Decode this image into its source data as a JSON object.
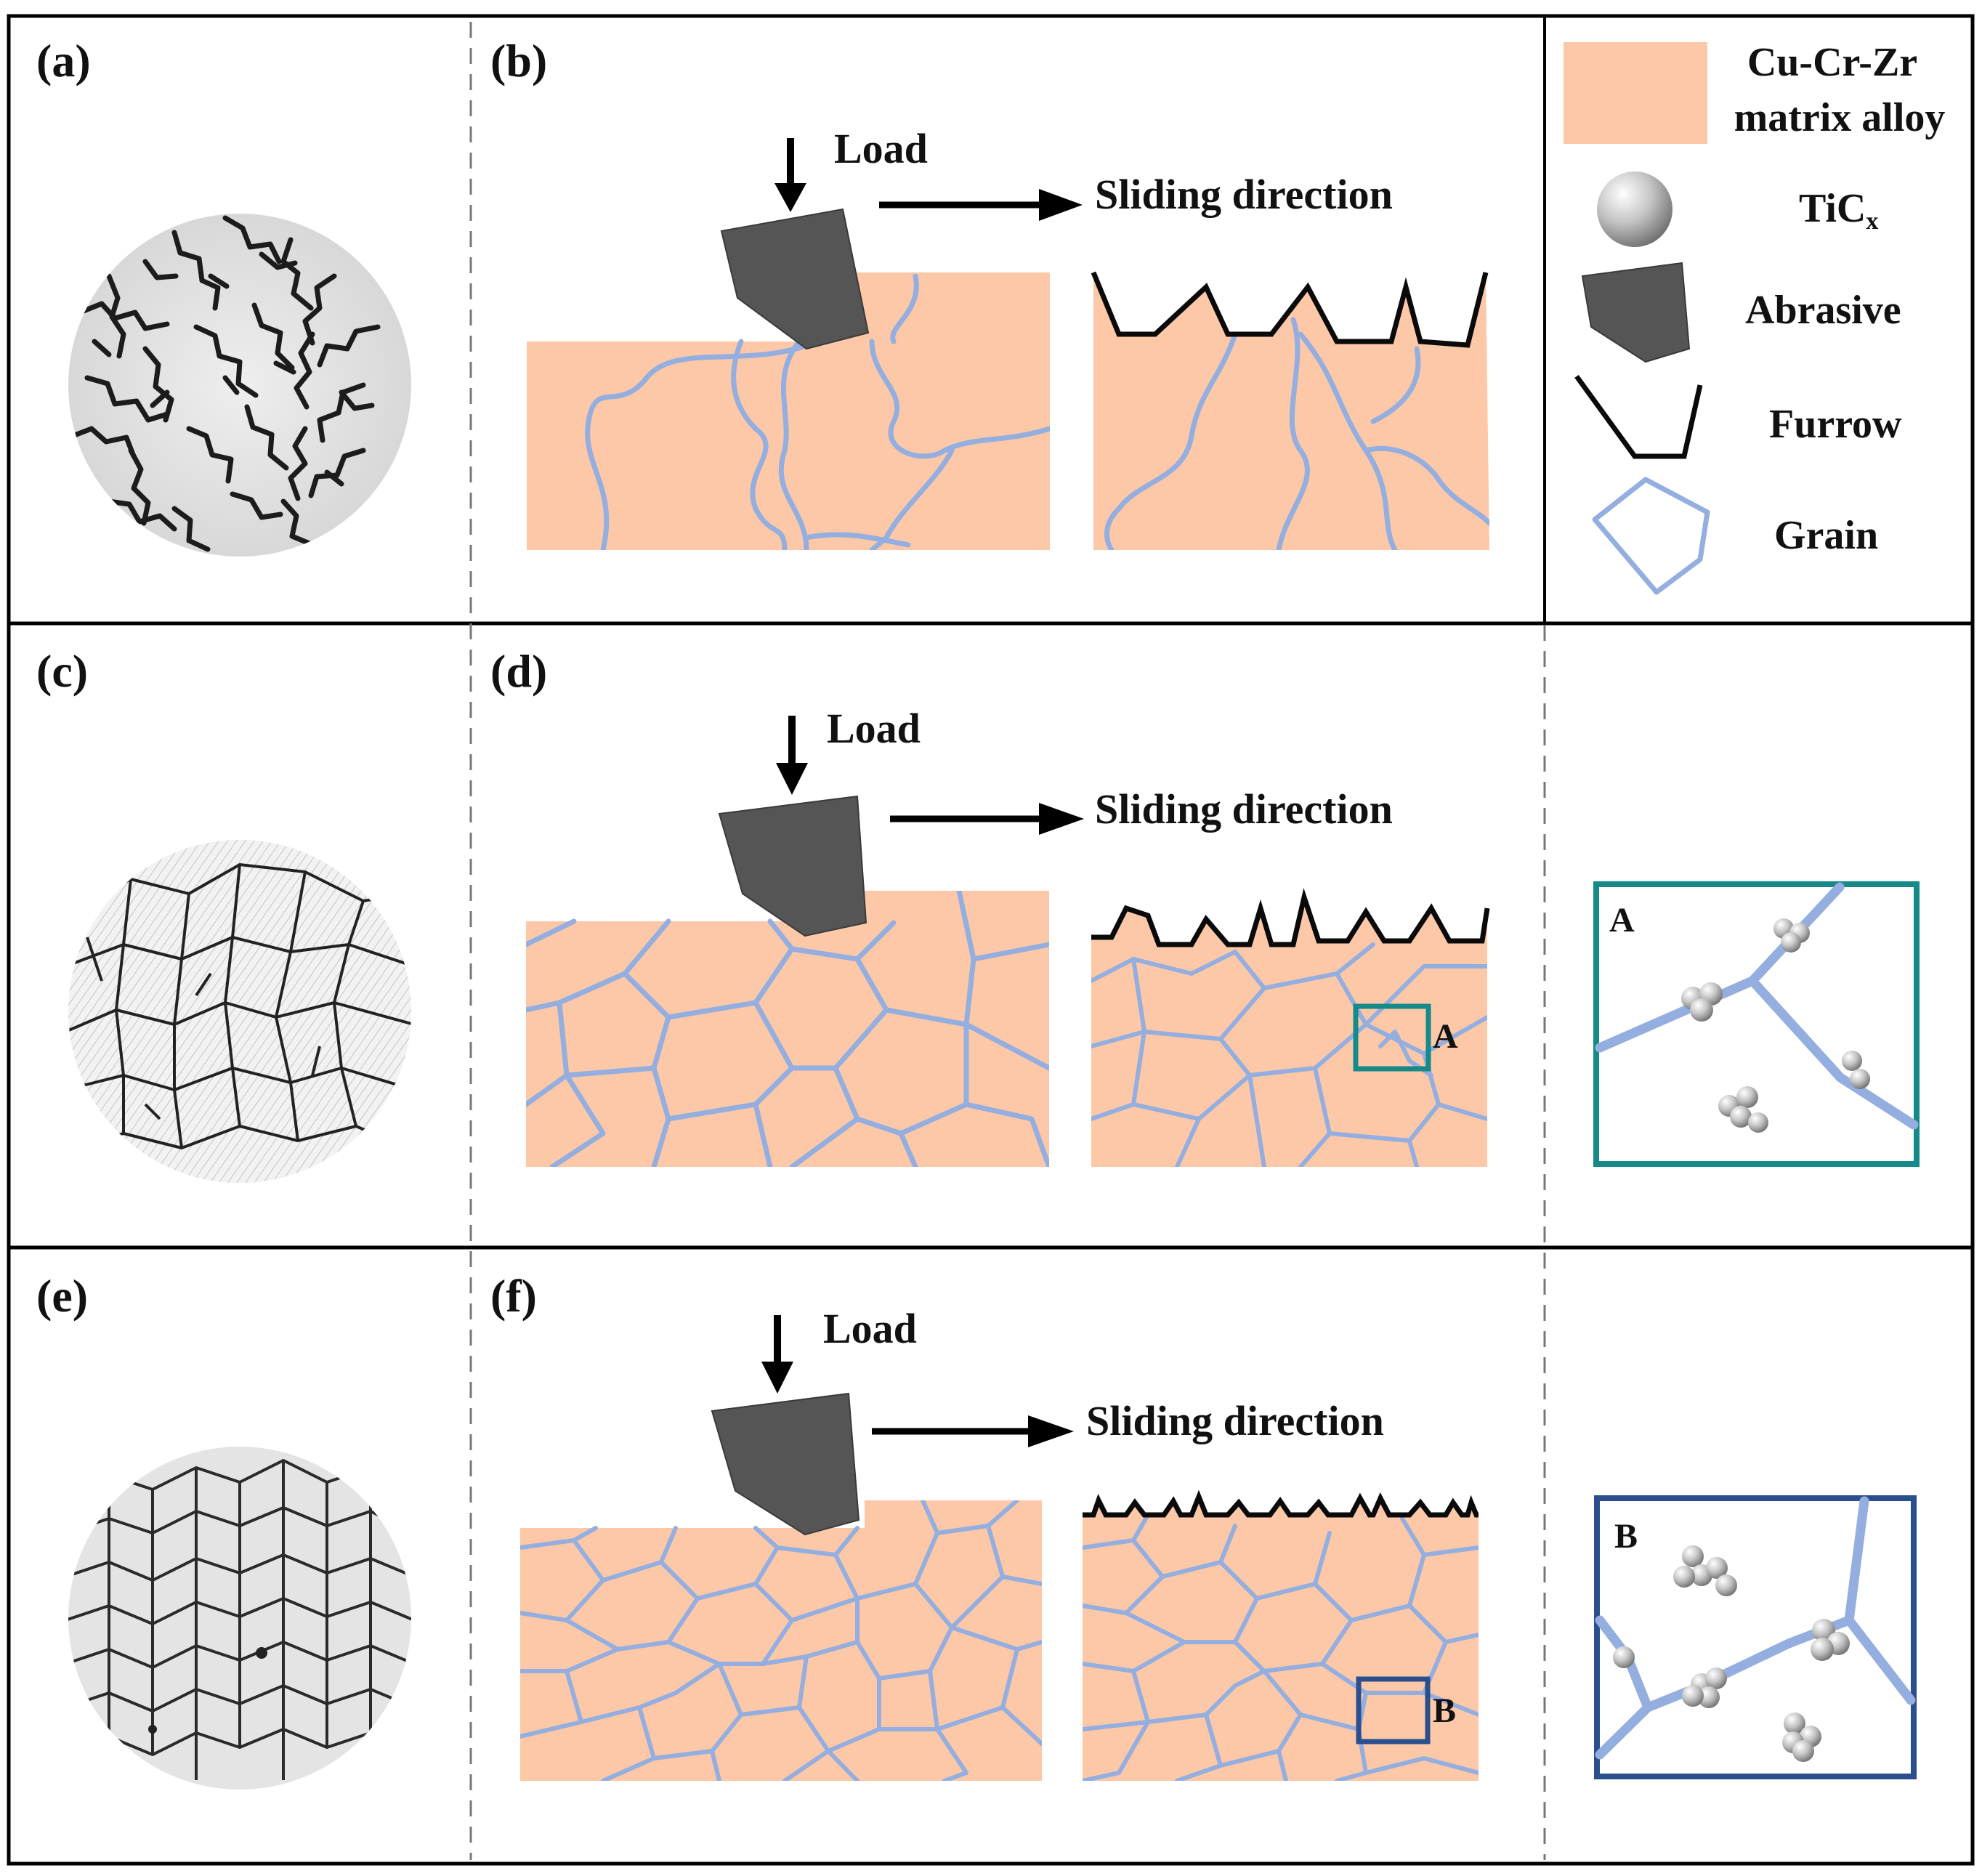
{
  "panels": {
    "a": "(a)",
    "b": "(b)",
    "c": "(c)",
    "d": "(d)",
    "e": "(e)",
    "f": "(f)"
  },
  "diagram": {
    "load_label": "Load",
    "sliding_label": "Sliding direction",
    "zoom_a_label": "A",
    "zoom_b_label": "B"
  },
  "legend": {
    "matrix_line1": "Cu-Cr-Zr",
    "matrix_line2": "matrix alloy",
    "particle_label": "TiC",
    "particle_subscript": "x",
    "abrasive_label": "Abrasive",
    "furrow_label": "Furrow",
    "grain_label": "Grain"
  },
  "colors": {
    "matrix": "#fcc8a8",
    "grain_boundary": "#93aedf",
    "abrasive": "#555555",
    "zoom_a_frame": "#168a88",
    "zoom_b_frame": "#2a4f8c"
  }
}
